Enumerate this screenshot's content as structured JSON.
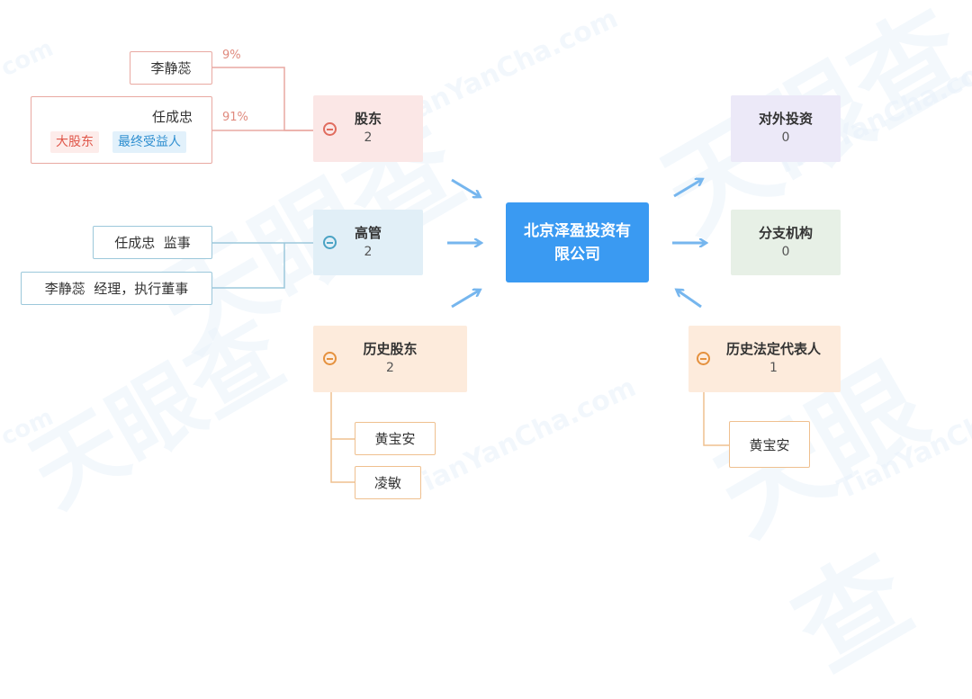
{
  "company": {
    "name": "北京泽盈投资有限公司"
  },
  "watermark": {
    "brand": "天眼查",
    "domain": "TianYanCha.com",
    "suffix": "com"
  },
  "categories": {
    "shareholders": {
      "label": "股东",
      "count": "2"
    },
    "executives": {
      "label": "高管",
      "count": "2"
    },
    "history_shareholders": {
      "label": "历史股东",
      "count": "2"
    },
    "investments": {
      "label": "对外投资",
      "count": "0"
    },
    "branches": {
      "label": "分支机构",
      "count": "0"
    },
    "history_legal": {
      "label": "历史法定代表人",
      "count": "1"
    }
  },
  "shareholders": [
    {
      "name": "李静蕊",
      "percent": "9%"
    },
    {
      "name": "任成忠",
      "percent": "91%",
      "tags": [
        "大股东",
        "最终受益人"
      ]
    }
  ],
  "executives": [
    {
      "text": "任成忠  监事"
    },
    {
      "text": "李静蕊  经理，执行董事"
    }
  ],
  "history_shareholders": [
    {
      "name": "黄宝安"
    },
    {
      "name": "凌敏"
    }
  ],
  "history_legal": [
    {
      "name": "黄宝安"
    }
  ],
  "colors": {
    "center": "#3a9af2",
    "shareholder_bg": "#fbe7e6",
    "shareholder_line": "#e9a9a2",
    "executive_bg": "#e1eff7",
    "executive_line": "#9cc8db",
    "history_bg": "#fdebdc",
    "history_line": "#efc08f",
    "investment_bg": "#ece9f8",
    "branch_bg": "#e7f0e6",
    "arrow": "#76b6ee"
  },
  "icons": [
    "minus-circle-icon",
    "arrow-icon"
  ]
}
